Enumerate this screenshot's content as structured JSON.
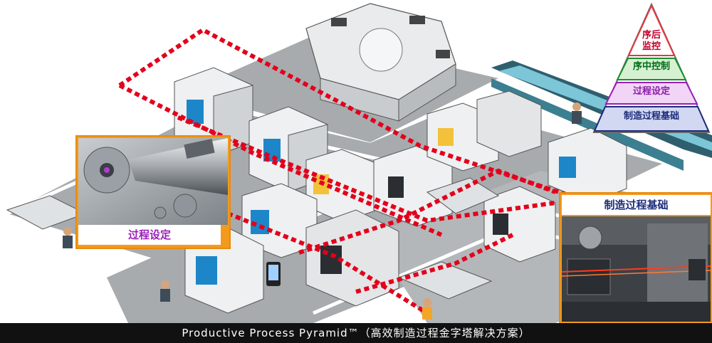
{
  "pyramid": {
    "levels": [
      {
        "label": "序后\n监控",
        "color": "#e8363d"
      },
      {
        "label": "序中控制",
        "color": "#1a8f2d"
      },
      {
        "label": "过程设定",
        "color": "#9a1fb8"
      },
      {
        "label": "制造过程基础",
        "color": "#1d2c7a"
      }
    ]
  },
  "callouts": {
    "left_label": "过程设定",
    "right_label": "制造过程基础"
  },
  "footer": {
    "caption": "Productive Process Pyramid™（高效制造过程金字塔解决方案）"
  },
  "colors": {
    "path_dots": "#e3001b",
    "floor": "#a6aaad",
    "callout_border": "#f39a1e",
    "footer_bg": "#111111"
  }
}
